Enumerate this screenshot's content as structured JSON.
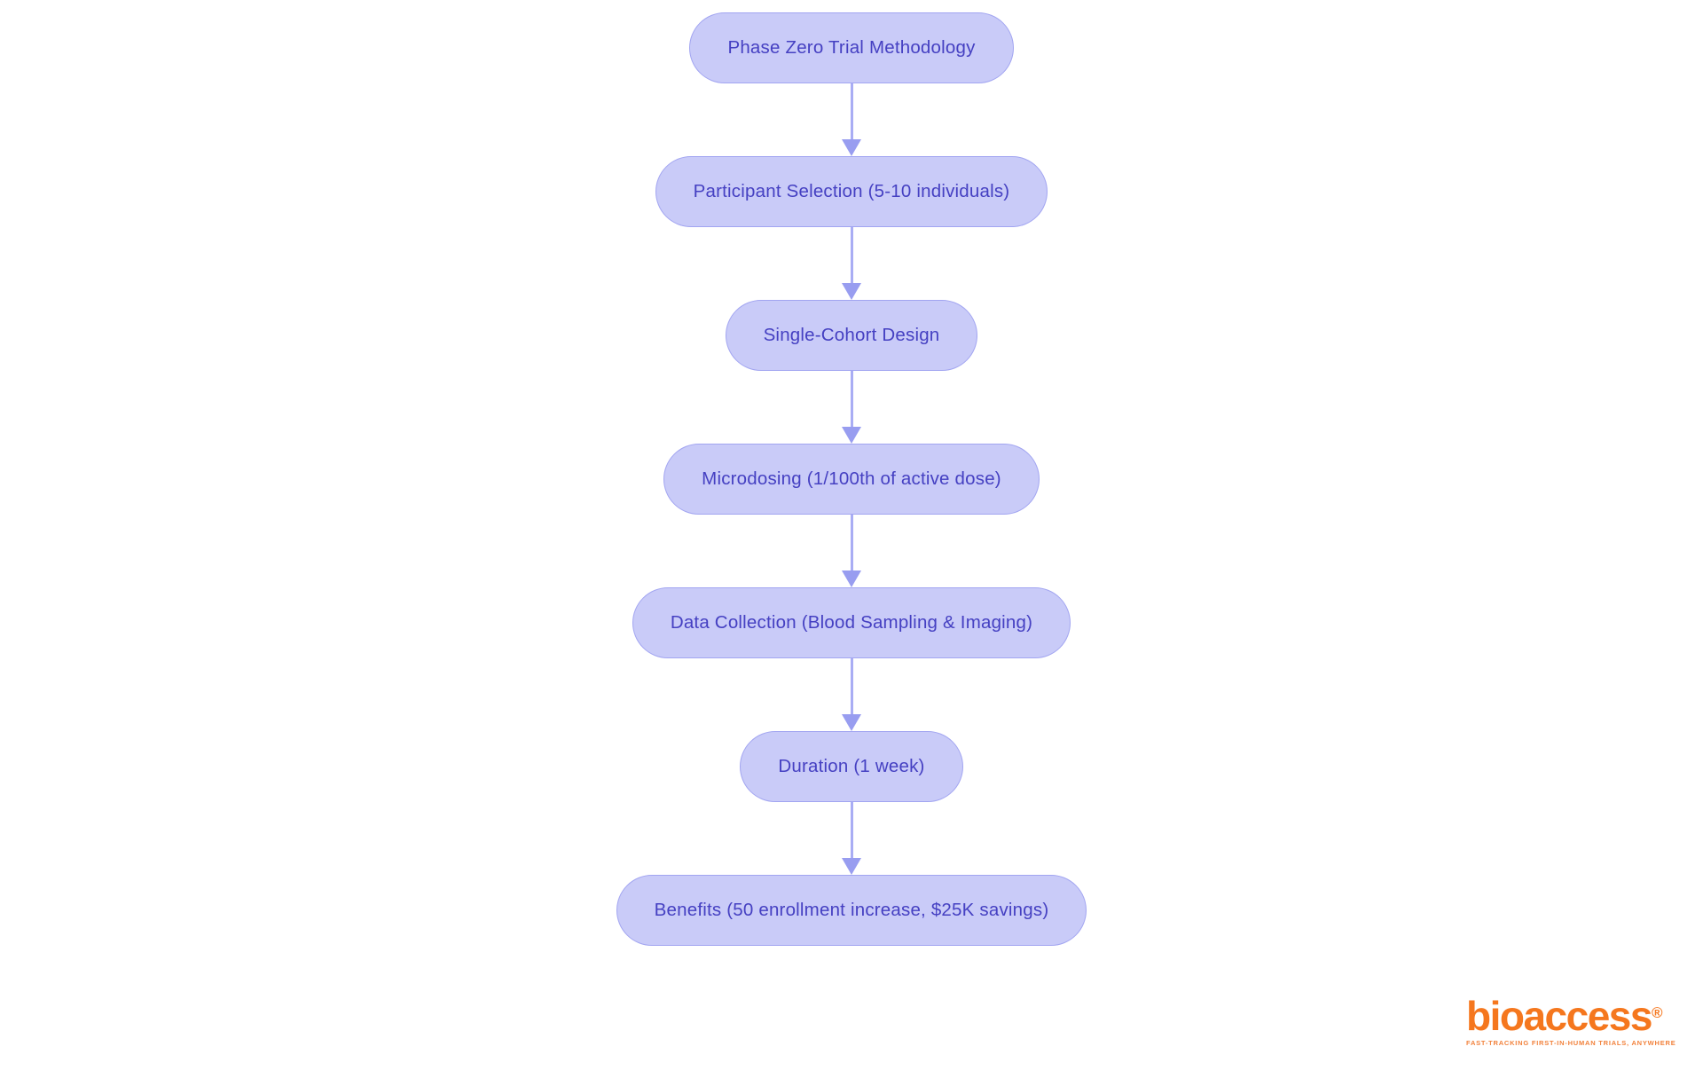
{
  "flow": {
    "nodes": [
      {
        "label": "Phase Zero Trial Methodology"
      },
      {
        "label": "Participant Selection (5-10 individuals)"
      },
      {
        "label": "Single-Cohort Design"
      },
      {
        "label": "Microdosing (1/100th of active dose)"
      },
      {
        "label": "Data Collection (Blood Sampling & Imaging)"
      },
      {
        "label": "Duration (1 week)"
      },
      {
        "label": "Benefits (50 enrollment increase, $25K savings)"
      }
    ],
    "colors": {
      "node_fill": "#c9cbf8",
      "node_border": "#a2a5f1",
      "node_text": "#4540c2",
      "arrow_line": "#a9adf4",
      "arrow_head": "#989df0"
    }
  },
  "logo": {
    "brand": "bioaccess",
    "registered": "®",
    "tagline": "FAST-TRACKING FIRST-IN-HUMAN TRIALS, ANYWHERE",
    "brand_color": "#f5771e"
  }
}
